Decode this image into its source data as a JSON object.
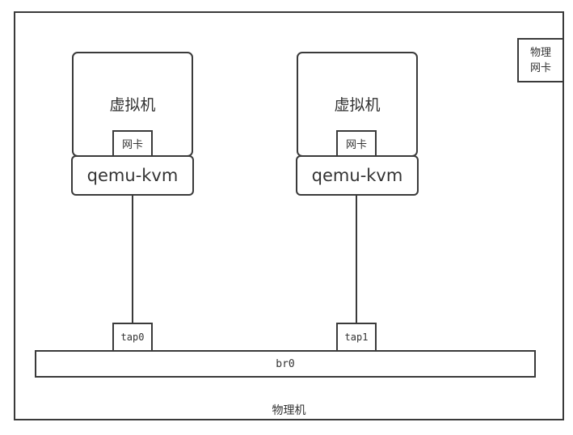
{
  "diagram": {
    "host": {
      "label": "物理机"
    },
    "physical_nic": {
      "label": "物理网卡"
    },
    "bridge": {
      "label": "br0"
    },
    "vms": [
      {
        "vm_label": "虚拟机",
        "nic_label": "网卡",
        "hypervisor_label": "qemu-kvm",
        "tap_label": "tap0"
      },
      {
        "vm_label": "虚拟机",
        "nic_label": "网卡",
        "hypervisor_label": "qemu-kvm",
        "tap_label": "tap1"
      }
    ],
    "colors": {
      "stroke": "#3a3a3a",
      "text": "#333333",
      "background": "#ffffff"
    }
  }
}
